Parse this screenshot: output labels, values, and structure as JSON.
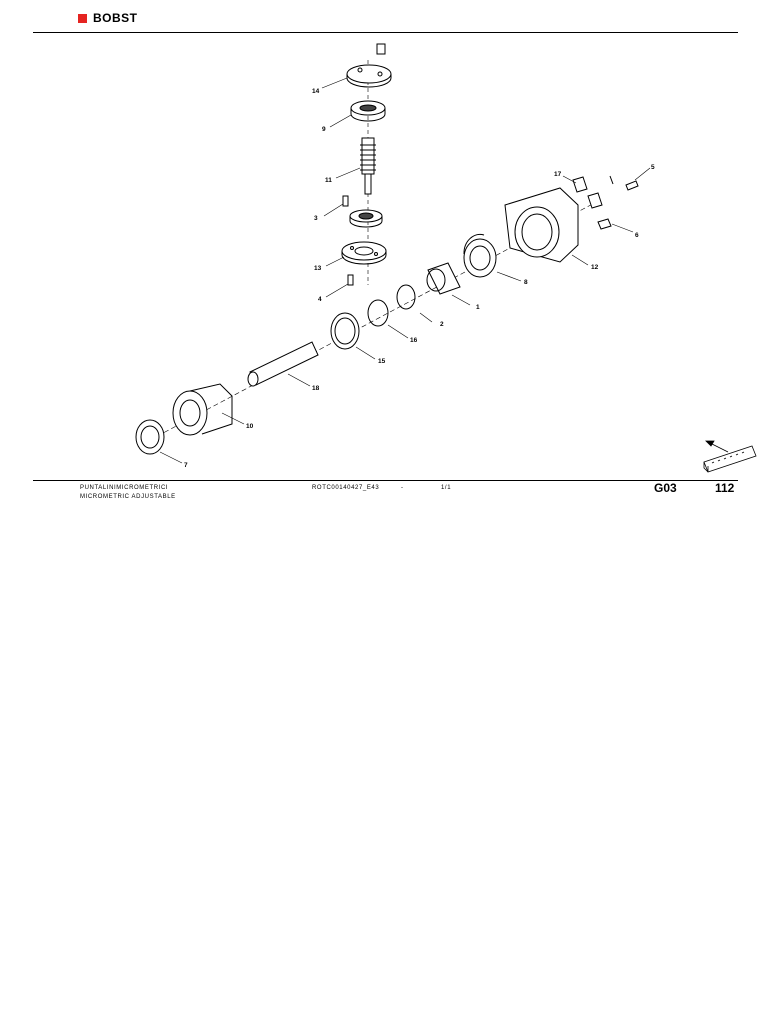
{
  "header": {
    "brand": "BOBST",
    "brand_color": "#e52421"
  },
  "drawing": {
    "callouts": [
      "1",
      "2",
      "3",
      "4",
      "5",
      "6",
      "7",
      "8",
      "9",
      "10",
      "11",
      "12",
      "13",
      "14",
      "15",
      "16",
      "17",
      "18"
    ],
    "icon": "part-orientation-arrow-icon"
  },
  "footer": {
    "title_it": "PUNTALINIMICROMETRICI",
    "title_en": "MICROMETRIC ADJUSTABLE",
    "doc_code": "ROTC00140427_E43",
    "separator": "-",
    "sheet": "1/1",
    "group": "G03",
    "page_number": "112"
  }
}
